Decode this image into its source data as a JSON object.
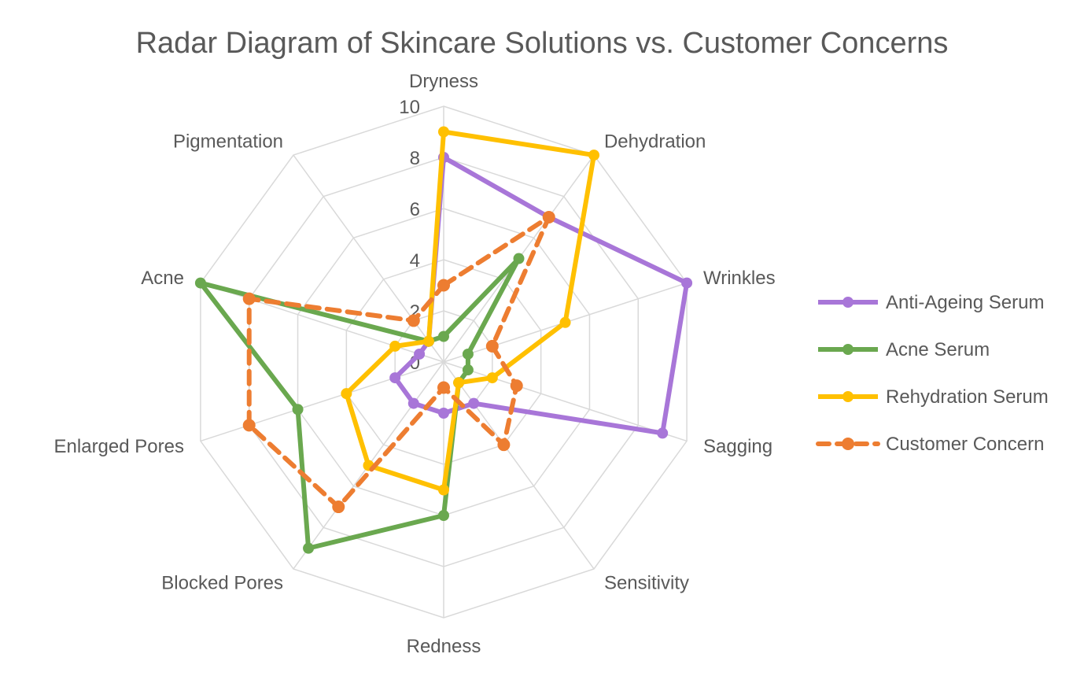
{
  "chart_data": {
    "type": "radar",
    "title": "Radar Diagram of Skincare Solutions vs. Customer Concerns",
    "categories": [
      "Dryness",
      "Dehydration",
      "Wrinkles",
      "Sagging",
      "Sensitivity",
      "Redness",
      "Blocked Pores",
      "Enlarged Pores",
      "Acne",
      "Pigmentation"
    ],
    "rlim": [
      0,
      10
    ],
    "ticks": [
      "0",
      "2",
      "4",
      "6",
      "8",
      "10"
    ],
    "grid": true,
    "legend": "right",
    "series": [
      {
        "name": "Anti-Ageing Serum",
        "values": [
          8,
          7,
          10,
          9,
          2,
          2,
          2,
          2,
          1,
          1
        ],
        "color": "#A876D8",
        "dash": false
      },
      {
        "name": "Acne Serum",
        "values": [
          1,
          5,
          1,
          1,
          1,
          6,
          9,
          6,
          10,
          1
        ],
        "color": "#6AA84F",
        "dash": false
      },
      {
        "name": "Rehydration Serum",
        "values": [
          9,
          10,
          5,
          2,
          1,
          5,
          5,
          4,
          2,
          1
        ],
        "color": "#FFC000",
        "dash": false
      },
      {
        "name": "Customer Concern",
        "values": [
          3,
          7,
          2,
          3,
          4,
          1,
          7,
          8,
          8,
          2
        ],
        "color": "#ED7D31",
        "dash": true
      }
    ]
  }
}
